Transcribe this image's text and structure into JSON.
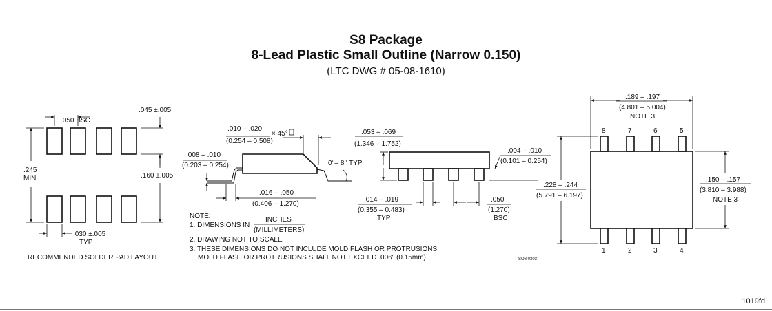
{
  "header": {
    "title": "S8 Package",
    "subtitle": "8-Lead Plastic Small Outline (Narrow 0.150)",
    "drawing_number": "(LTC DWG # 05-08-1610)"
  },
  "solder_pad": {
    "pitch": ".050 BSC",
    "pad_gap": ".045 ±.005",
    "height": ".245",
    "height_note": "MIN",
    "pad_length": ".160 ±.005",
    "pad_width": ".030 ±.005",
    "pad_width_note": "TYP",
    "caption": "RECOMMENDED SOLDER PAD LAYOUT"
  },
  "side_view": {
    "chamfer_in": ".010 – .020",
    "chamfer_mm": "(0.254 – 0.508)",
    "chamfer_angle": "× 45°",
    "thickness_in": ".008 – .010",
    "thickness_mm": "(0.203 – 0.254)",
    "lead_angle": "0°– 8° TYP",
    "foot_in": ".016 – .050",
    "foot_mm": "(0.406 – 1.270)"
  },
  "front_view": {
    "height_in": ".053 – .069",
    "height_mm": "(1.346 – 1.752)",
    "standoff_in": ".004 – .010",
    "standoff_mm": "(0.101 – 0.254)",
    "lead_width_in": ".014 – .019",
    "lead_width_mm": "(0.355 – 0.483)",
    "lead_width_note": "TYP",
    "pitch_in": ".050",
    "pitch_mm": "(1.270)",
    "pitch_note": "BSC",
    "drawing_code": "SO8 0303"
  },
  "top_view": {
    "length_in": ".189 – .197",
    "length_mm": "(4.801 – 5.004)",
    "length_note": "NOTE 3",
    "span_in": ".228 – .244",
    "span_mm": "(5.791 – 6.197)",
    "width_in": ".150 – .157",
    "width_mm": "(3.810 – 3.988)",
    "width_note": "NOTE 3",
    "pins_top": [
      "8",
      "7",
      "6",
      "5"
    ],
    "pins_bottom": [
      "1",
      "2",
      "3",
      "4"
    ]
  },
  "notes": {
    "heading": "NOTE:",
    "n1_prefix": "1. DIMENSIONS IN",
    "n1_numerator": "INCHES",
    "n1_denominator": "(MILLIMETERS)",
    "n2": "2. DRAWING NOT TO SCALE",
    "n3a": "3. THESE DIMENSIONS DO NOT INCLUDE MOLD FLASH OR PROTRUSIONS.",
    "n3b": "MOLD FLASH OR PROTRUSIONS SHALL NOT EXCEED .006\" (0.15mm)"
  },
  "footer": {
    "page_code": "1019fd"
  }
}
